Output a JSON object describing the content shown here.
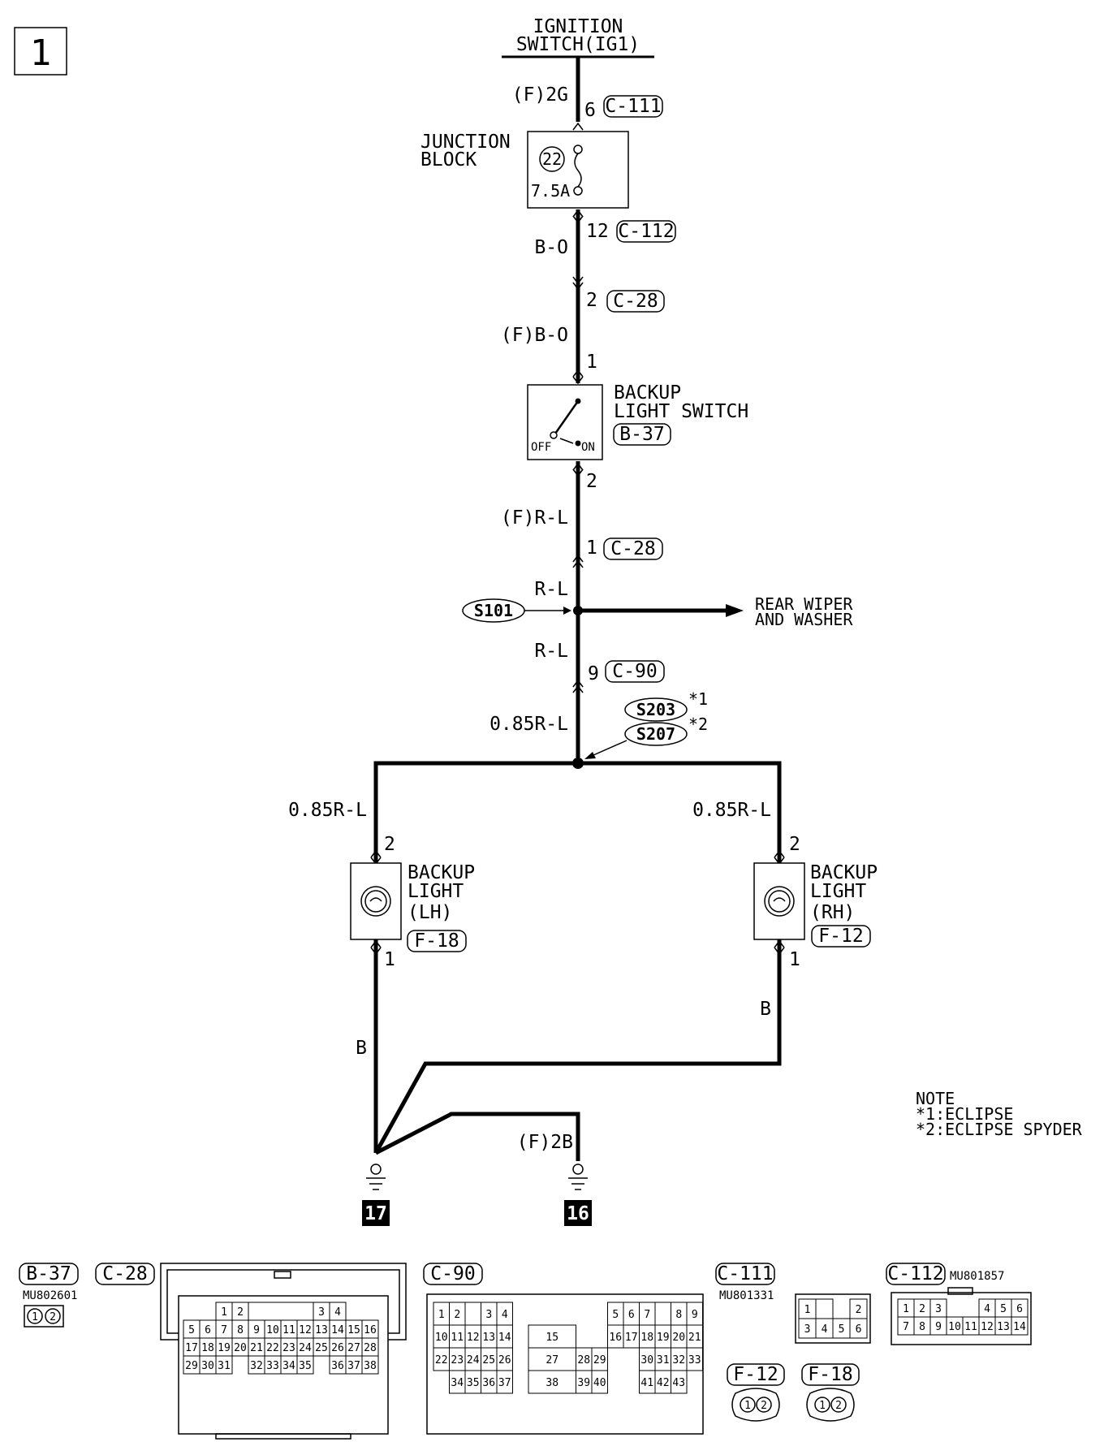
{
  "page_number": "1",
  "top": {
    "title_line1": "IGNITION",
    "title_line2": "SWITCH(IG1)"
  },
  "wires": {
    "w_f2g": "(F)2G",
    "w_bo": "B-O",
    "w_fbo": "(F)B-O",
    "w_frl": "(F)R-L",
    "w_rl_a": "R-L",
    "w_rl_b": "R-L",
    "w_085_main": "0.85R-L",
    "w_085_left": "0.85R-L",
    "w_085_right": "0.85R-L",
    "w_b_left": "B",
    "w_b_right": "B",
    "w_f2b": "(F)2B"
  },
  "pins": {
    "p6": "6",
    "p12": "12",
    "p2a": "2",
    "p1a": "1",
    "p2b": "2",
    "p1b": "1",
    "p9": "9",
    "p2_lh": "2",
    "p1_lh": "1",
    "p2_rh": "2",
    "p1_rh": "1"
  },
  "connectors": {
    "c111": "C-111",
    "c112": "C-112",
    "c28a": "C-28",
    "c28b": "C-28",
    "c90": "C-90",
    "b37": "B-37",
    "f18": "F-18",
    "f12": "F-12"
  },
  "junction_block": {
    "line1": "JUNCTION",
    "line2": "BLOCK",
    "fuse_no": "22",
    "rating": "7.5A"
  },
  "switch": {
    "line1": "BACKUP",
    "line2": "LIGHT SWITCH",
    "off": "OFF",
    "on": "ON"
  },
  "splices": {
    "s101": "S101",
    "s203": "S203",
    "s207": "S207",
    "m1": "*1",
    "m2": "*2"
  },
  "rear": {
    "line1": "REAR WIPER",
    "line2": "AND WASHER"
  },
  "lh": {
    "line1": "BACKUP",
    "line2": "LIGHT",
    "line3": "(LH)"
  },
  "rh": {
    "line1": "BACKUP",
    "line2": "LIGHT",
    "line3": "(RH)"
  },
  "grounds": {
    "g17": "17",
    "g16": "16"
  },
  "note": {
    "title": "NOTE",
    "line1": "*1:ECLIPSE",
    "line2": "*2:ECLIPSE SPYDER"
  },
  "legend": {
    "b37": {
      "label": "B-37",
      "part": "MU802601",
      "pins": [
        "1",
        "2"
      ]
    },
    "c28": {
      "label": "C-28",
      "pins": [
        "1",
        "2",
        "3",
        "4",
        "5",
        "6",
        "7",
        "8",
        "9",
        "10",
        "11",
        "12",
        "13",
        "14",
        "15",
        "16",
        "17",
        "18",
        "19",
        "20",
        "21",
        "22",
        "23",
        "24",
        "25",
        "26",
        "27",
        "28",
        "29",
        "30",
        "31",
        "32",
        "33",
        "34",
        "35",
        "36",
        "37",
        "38"
      ]
    },
    "c90": {
      "label": "C-90",
      "pins": [
        "1",
        "2",
        "3",
        "4",
        "5",
        "6",
        "7",
        "8",
        "9",
        "10",
        "11",
        "12",
        "13",
        "14",
        "15",
        "16",
        "17",
        "18",
        "19",
        "20",
        "21",
        "22",
        "23",
        "24",
        "25",
        "26",
        "27",
        "28",
        "29",
        "30",
        "31",
        "32",
        "33",
        "34",
        "35",
        "36",
        "37",
        "38",
        "39",
        "40",
        "41",
        "42",
        "43"
      ]
    },
    "c111": {
      "label": "C-111",
      "part": "MU801331",
      "pins": [
        "1",
        "2",
        "3",
        "4",
        "5",
        "6"
      ]
    },
    "c112": {
      "label": "C-112",
      "part": "MU801857",
      "pins": [
        "1",
        "2",
        "3",
        "4",
        "5",
        "6",
        "7",
        "8",
        "9",
        "10",
        "11",
        "12",
        "13",
        "14"
      ]
    },
    "f12": {
      "label": "F-12",
      "pins": [
        "1",
        "2"
      ]
    },
    "f18": {
      "label": "F-18",
      "pins": [
        "1",
        "2"
      ]
    }
  }
}
